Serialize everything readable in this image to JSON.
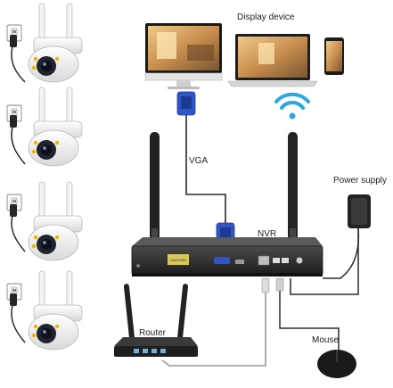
{
  "labels": {
    "display_device": "Display device",
    "vga": "VGA",
    "nvr": "NVR",
    "power_supply": "Power supply",
    "router": "Router",
    "mouse": "Mouse"
  },
  "nvr_caution": "CAUTION",
  "colors": {
    "wifi": "#29a7e1",
    "nvr_body": "#2b2b2b",
    "vga_connector": "#2f55c8",
    "cable": "#2a2a2a",
    "camera_body": "#f3f3f3"
  },
  "icons": [
    "wifi-icon",
    "power-adapter-icon",
    "mouse-icon",
    "router-icon",
    "monitor-icon",
    "laptop-icon",
    "phone-icon",
    "camera-icon",
    "wall-outlet-icon",
    "antenna-icon"
  ]
}
